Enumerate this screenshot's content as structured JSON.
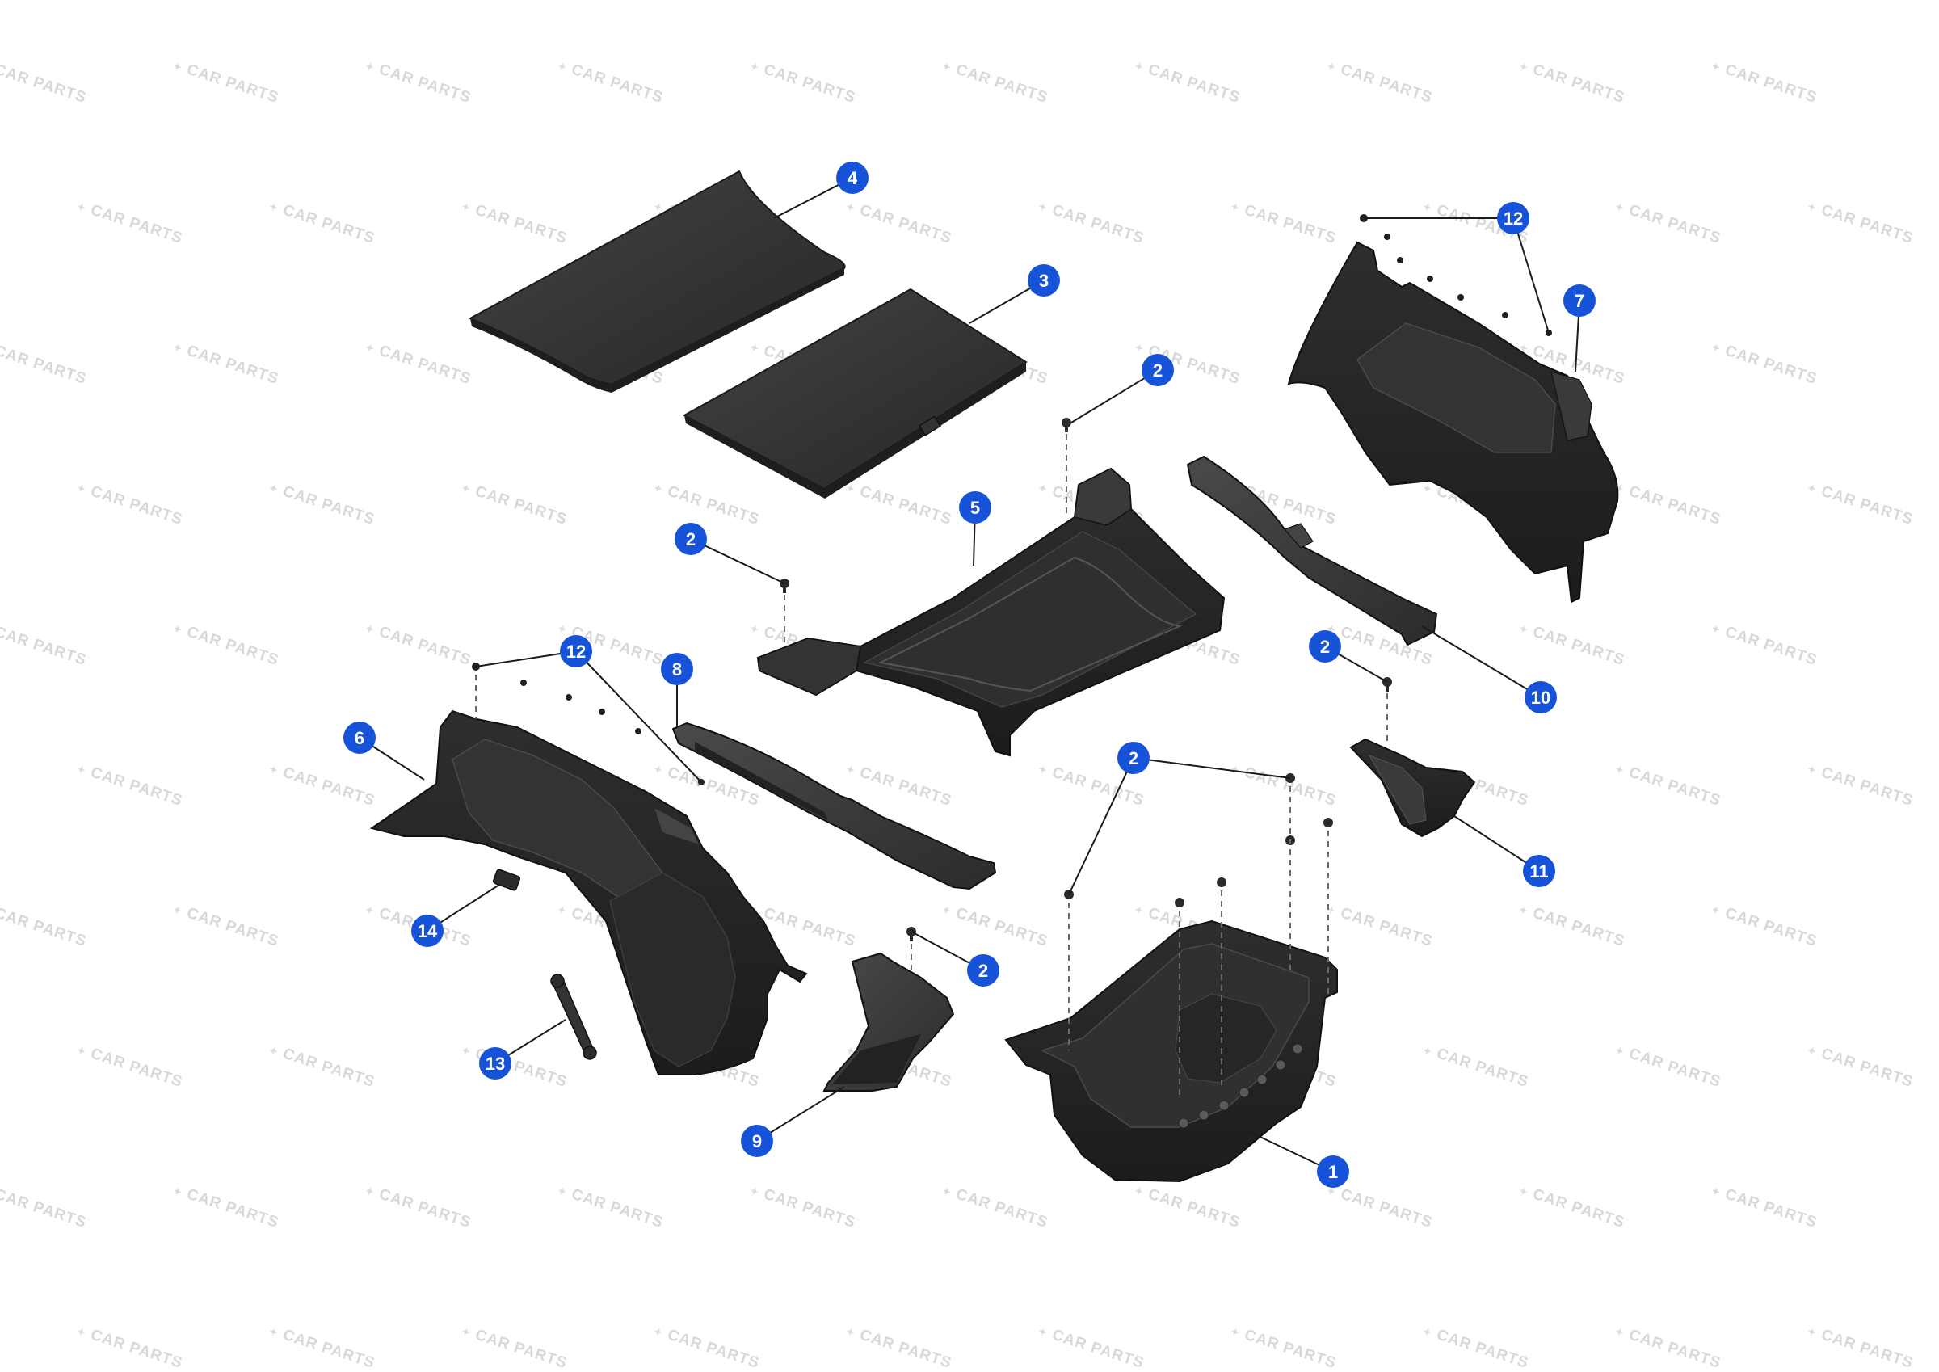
{
  "watermark": {
    "text": "CAR PARTS",
    "mark": "✦"
  },
  "colors": {
    "callout_fill": "#1653d9",
    "callout_text": "#ffffff",
    "leader": "#1b1b1b",
    "part_dark": "#2a2a2a",
    "part_mid": "#3d3d3d",
    "part_light": "#555555"
  },
  "callouts": [
    {
      "label": "4"
    },
    {
      "label": "3"
    },
    {
      "label": "2"
    },
    {
      "label": "5"
    },
    {
      "label": "2"
    },
    {
      "label": "12"
    },
    {
      "label": "7"
    },
    {
      "label": "10"
    },
    {
      "label": "2"
    },
    {
      "label": "11"
    },
    {
      "label": "2"
    },
    {
      "label": "12"
    },
    {
      "label": "8"
    },
    {
      "label": "6"
    },
    {
      "label": "14"
    },
    {
      "label": "2"
    },
    {
      "label": "13"
    },
    {
      "label": "9"
    },
    {
      "label": "1"
    }
  ]
}
